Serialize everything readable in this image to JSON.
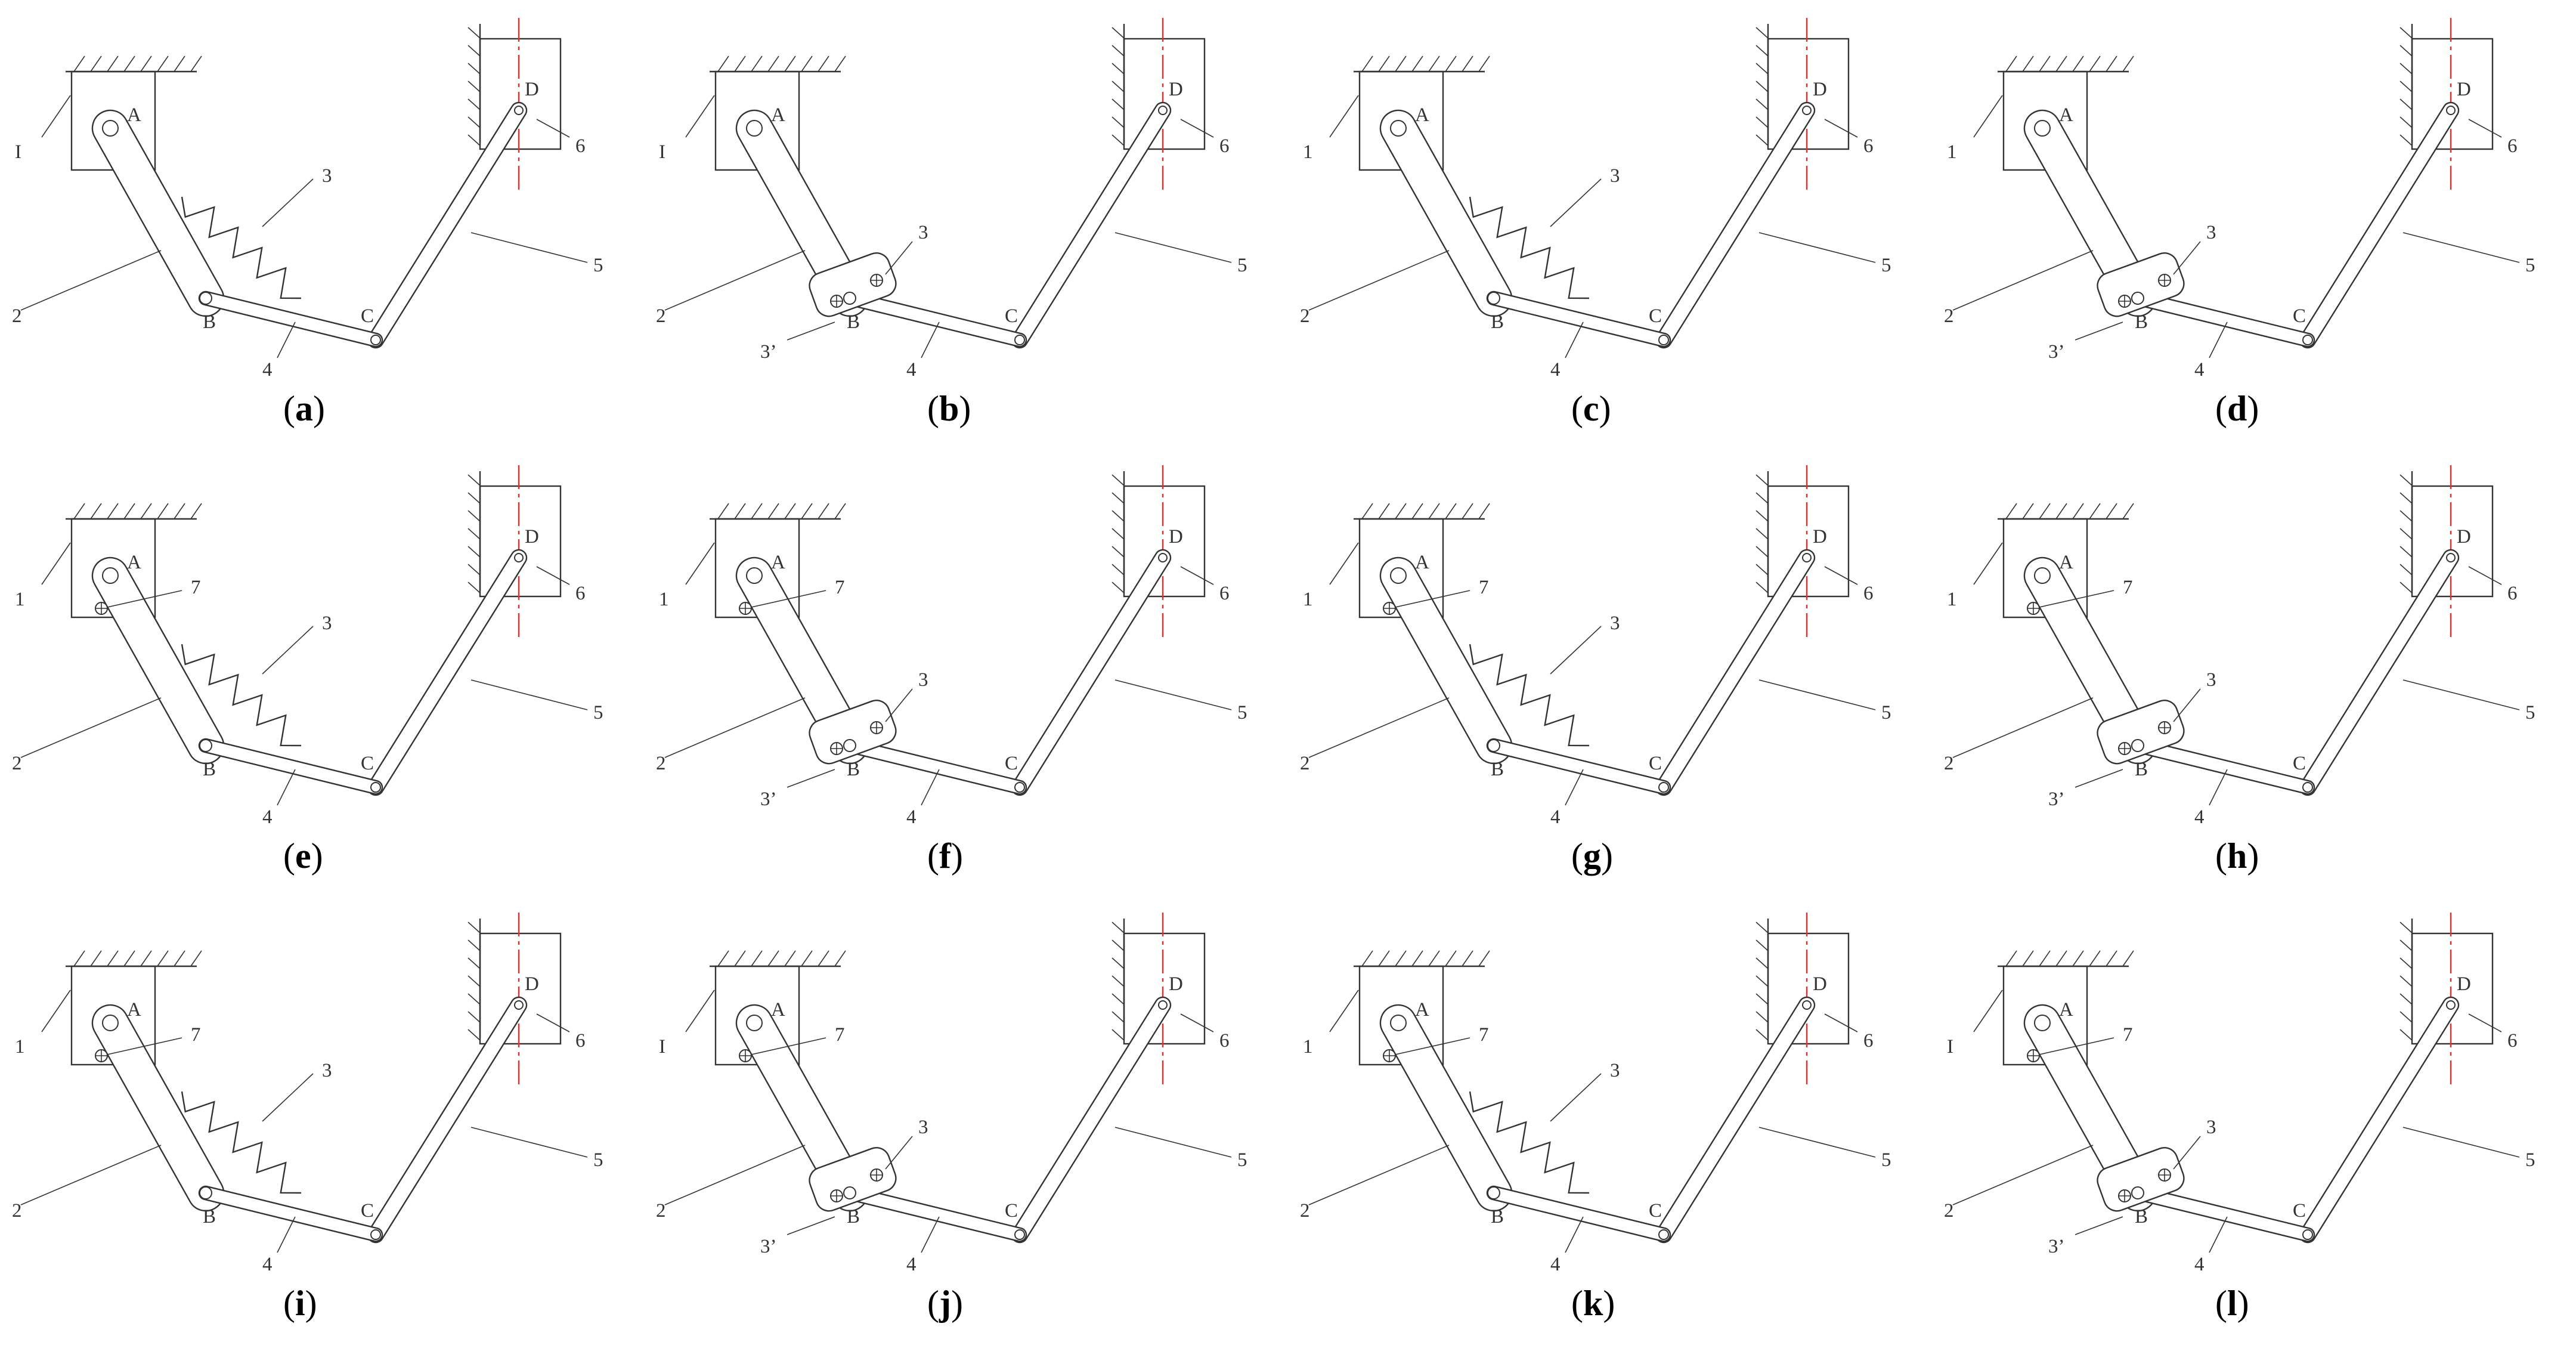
{
  "colors": {
    "line": "#333333",
    "centerline": "#e03030",
    "background": "#ffffff"
  },
  "labels": {
    "frame": "1",
    "frame_alt": "I",
    "link_ab": "2",
    "spring": "3",
    "spring_block": "3’",
    "link_bc": "4",
    "link_cd": "5",
    "slider": "6",
    "pin_7": "7",
    "joint_a": "A",
    "joint_b": "B",
    "joint_c": "C",
    "joint_d": "D"
  },
  "panels": [
    {
      "id": "a",
      "caption_open": "(",
      "caption_letter": "a",
      "caption_close": ")",
      "variant": "spring",
      "frame_label": "I",
      "has_pin7": false
    },
    {
      "id": "b",
      "caption_open": "(",
      "caption_letter": "b",
      "caption_close": ")",
      "variant": "block",
      "frame_label": "I",
      "has_pin7": false
    },
    {
      "id": "c",
      "caption_open": "(",
      "caption_letter": "c",
      "caption_close": ")",
      "variant": "spring",
      "frame_label": "1",
      "has_pin7": false
    },
    {
      "id": "d",
      "caption_open": "(",
      "caption_letter": "d",
      "caption_close": ")",
      "variant": "block",
      "frame_label": "1",
      "has_pin7": false
    },
    {
      "id": "e",
      "caption_open": "(",
      "caption_letter": "e",
      "caption_close": ")",
      "variant": "spring",
      "frame_label": "1",
      "has_pin7": true
    },
    {
      "id": "f",
      "caption_open": "(",
      "caption_letter": "f",
      "caption_close": ")",
      "variant": "block",
      "frame_label": "1",
      "has_pin7": true
    },
    {
      "id": "g",
      "caption_open": "(",
      "caption_letter": "g",
      "caption_close": ")",
      "variant": "spring",
      "frame_label": "1",
      "has_pin7": true
    },
    {
      "id": "h",
      "caption_open": "(",
      "caption_letter": "h",
      "caption_close": ")",
      "variant": "block",
      "frame_label": "1",
      "has_pin7": true
    },
    {
      "id": "i",
      "caption_open": "(",
      "caption_letter": "i",
      "caption_close": ")",
      "variant": "spring",
      "frame_label": "1",
      "has_pin7": true
    },
    {
      "id": "j",
      "caption_open": "(",
      "caption_letter": "j",
      "caption_close": ")",
      "variant": "block",
      "frame_label": "I",
      "has_pin7": true
    },
    {
      "id": "k",
      "caption_open": "(",
      "caption_letter": "k",
      "caption_close": ")",
      "variant": "spring",
      "frame_label": "1",
      "has_pin7": true
    },
    {
      "id": "l",
      "caption_open": "(",
      "caption_letter": "l",
      "caption_close": ")",
      "variant": "block",
      "frame_label": "I",
      "has_pin7": true
    }
  ]
}
